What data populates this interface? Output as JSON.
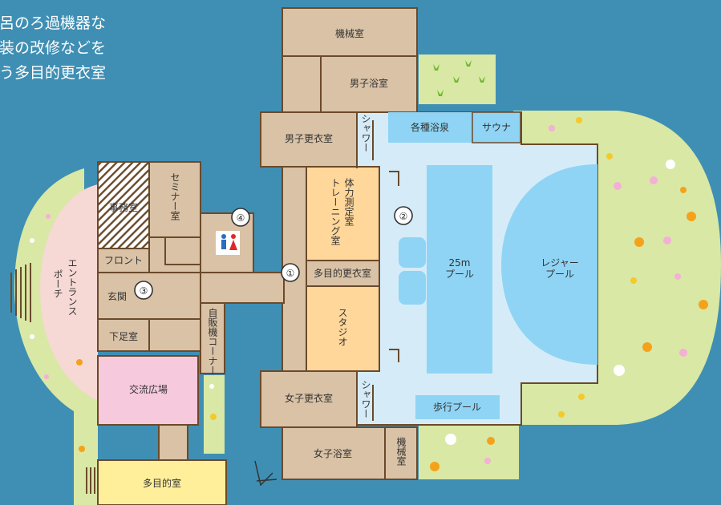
{
  "intro_text": [
    "風呂のろ過機器な",
    "内装の改修などを",
    "なう多目的更衣室"
  ],
  "rooms": {
    "machine_room_top": "機械室",
    "men_bath": "男子浴室",
    "men_locker": "男子更衣室",
    "shower_top": "シャワー",
    "assorted_baths": "各種浴泉",
    "sauna": "サウナ",
    "fitness": "体力測定室",
    "training": "トレーニング室",
    "multi_locker": "多目的更衣室",
    "studio": "スタジオ",
    "office": "事務室",
    "front": "フロント",
    "seminar": "セミナー室",
    "entrance_hall": "玄関",
    "shoe_room": "下足室",
    "vending": "自販機コーナー",
    "entrance_porch": "エントランスポーチ",
    "exchange_plaza": "交流広場",
    "multipurpose": "多目的室",
    "women_locker": "女子更衣室",
    "women_bath": "女子浴室",
    "machine_room_bottom": "機械室",
    "shower_bottom": "シャワー",
    "pool_25m": "25m\nプール",
    "leisure_pool": "レジャー\nプール",
    "walking_pool": "歩行プール"
  },
  "markers": [
    "①",
    "②",
    "③",
    "④"
  ],
  "colors": {
    "background": "#3f8fb4",
    "room": "#d9c2a6",
    "wall": "#6b4a2b",
    "pool_hall": "#d5ecf8",
    "pool_water": "#8fd4f4",
    "training": "#ffd79a",
    "plaza": "#f7c9dd",
    "multipurpose": "#ffef9b",
    "lawn": "#d9e8a5",
    "porch": "#f6d8d5",
    "office_hatch": "#6b4a2b"
  }
}
